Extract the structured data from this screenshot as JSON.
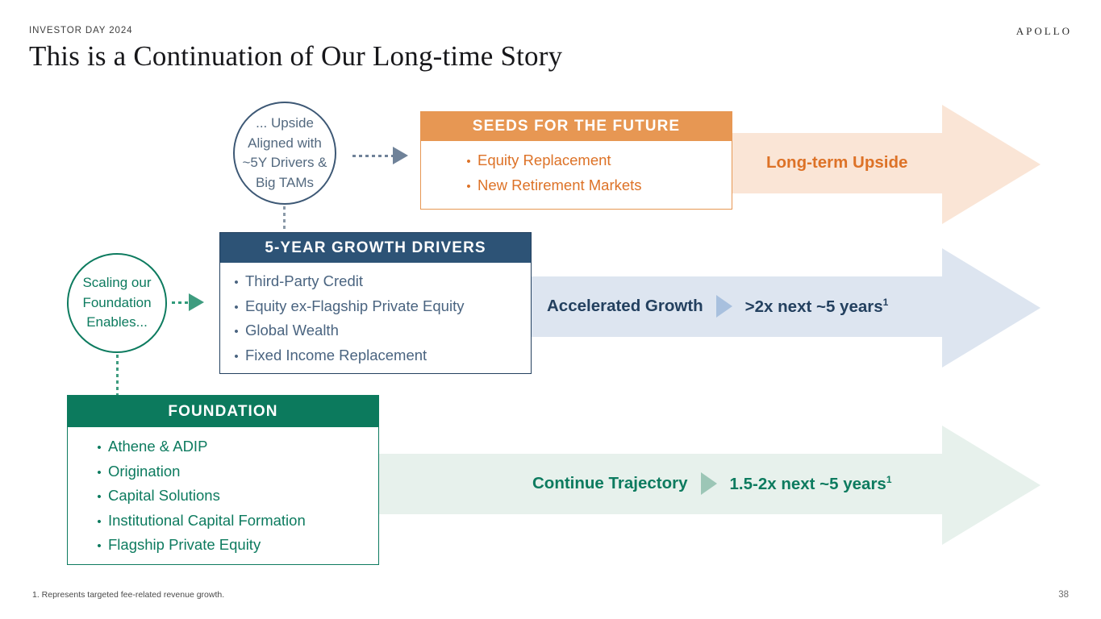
{
  "header": {
    "eyebrow": "INVESTOR DAY 2024",
    "brand": "APOLLO",
    "title": "This is a Continuation of Our Long-time Story"
  },
  "circles": {
    "upside": {
      "line1": "... Upside",
      "line2": "Aligned with",
      "line3": "~5Y Drivers &",
      "line4": "Big TAMs",
      "color": "#3d5875"
    },
    "scaling": {
      "line1": "Scaling our",
      "line2": "Foundation",
      "line3": "Enables...",
      "color": "#0d7b5f"
    }
  },
  "cards": {
    "seeds": {
      "title": "SEEDS FOR THE FUTURE",
      "accent": "#e79753",
      "bullet": "•",
      "items": [
        "Equity Replacement",
        "New Retirement Markets"
      ]
    },
    "drivers": {
      "title": "5-YEAR GROWTH DRIVERS",
      "accent": "#2d5376",
      "bullet": "•",
      "items": [
        "Third-Party Credit",
        "Equity ex-Flagship Private Equity",
        "Global Wealth",
        "Fixed Income Replacement"
      ]
    },
    "foundation": {
      "title": "FOUNDATION",
      "accent": "#0c7a5d",
      "bullet": "•",
      "items": [
        "Athene & ADIP",
        "Origination",
        "Capital Solutions",
        "Institutional Capital Formation",
        "Flagship Private Equity"
      ]
    }
  },
  "bands": {
    "top": {
      "label": "Long-term Upside",
      "value": "",
      "footnote_marker": "",
      "fill": "#fae5d6",
      "text_color": "#dd7227"
    },
    "middle": {
      "label": "Accelerated Growth",
      "value": ">2x next ~5 years",
      "footnote_marker": "1",
      "fill": "#dde5f0",
      "text_color": "#23405f"
    },
    "bottom": {
      "label": "Continue Trajectory",
      "value": "1.5-2x next ~5 years",
      "footnote_marker": "1",
      "fill": "#e7f1ec",
      "text_color": "#0d7b5f"
    }
  },
  "footer": {
    "footnote": "1. Represents targeted fee-related revenue growth.",
    "page_number": "38"
  }
}
